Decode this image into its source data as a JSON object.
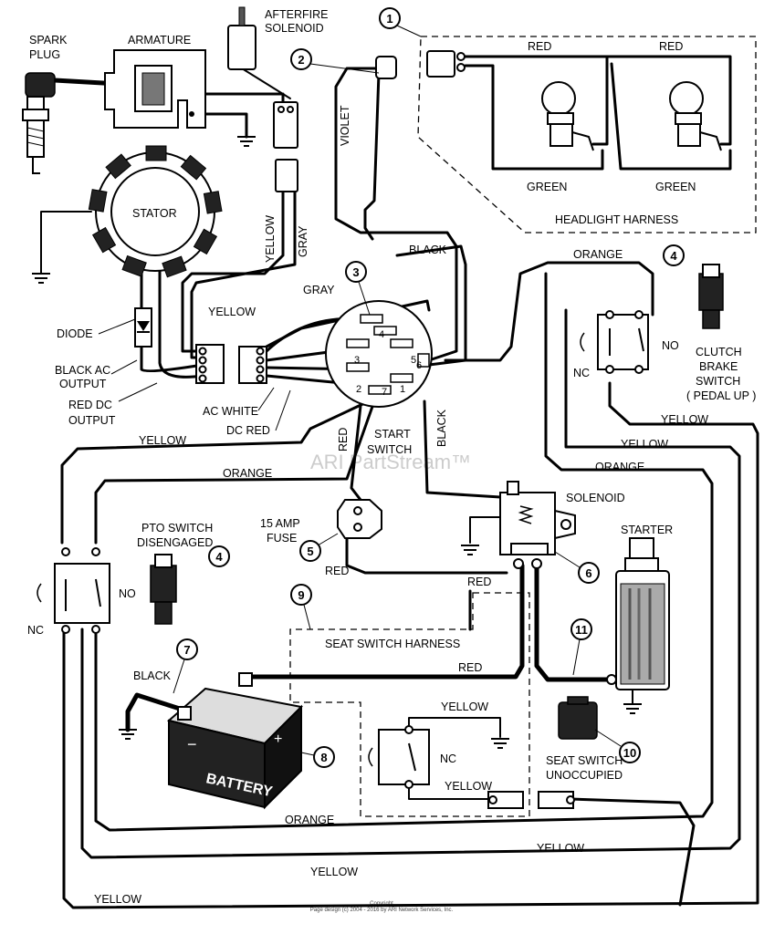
{
  "labels": {
    "spark_plug": [
      "SPARK",
      "PLUG"
    ],
    "armature": "ARMATURE",
    "afterfire_solenoid": [
      "AFTERFIRE",
      "SOLENOID"
    ],
    "stator": "STATOR",
    "diode": "DIODE",
    "black_ac_output": [
      "BLACK AC",
      "OUTPUT"
    ],
    "red_dc_output": [
      "RED DC",
      "OUTPUT"
    ],
    "ac_white": "AC WHITE",
    "dc_red": "DC RED",
    "start_switch": [
      "START",
      "SWITCH"
    ],
    "fuse": [
      "15 AMP",
      "FUSE"
    ],
    "solenoid": "SOLENOID",
    "starter": "STARTER",
    "headlight_harness": "HEADLIGHT HARNESS",
    "clutch_brake_switch": [
      "CLUTCH",
      "BRAKE",
      "SWITCH",
      "( PEDAL UP )"
    ],
    "pto_switch": [
      "PTO SWITCH",
      "DISENGAGED"
    ],
    "seat_switch_harness": "SEAT SWITCH HARNESS",
    "seat_switch": [
      "SEAT SWITCH",
      "UNOCCUPIED"
    ],
    "battery": "BATTERY",
    "nc": "NC",
    "no": "NO"
  },
  "wire_colors": {
    "red": "RED",
    "violet": "VIOLET",
    "black": "BLACK",
    "green": "GREEN",
    "yellow": "YELLOW",
    "gray": "GRAY",
    "orange": "ORANGE"
  },
  "callouts": [
    "1",
    "2",
    "3",
    "4",
    "4",
    "5",
    "6",
    "7",
    "8",
    "9",
    "10",
    "11"
  ],
  "switch_terminals": [
    "1",
    "2",
    "3",
    "4",
    "5",
    "6",
    "7"
  ],
  "watermark": "ARI PartStream™",
  "footer": [
    "Copyright",
    "Page design (c) 2004 - 2016 by ARI Network Services, Inc."
  ]
}
